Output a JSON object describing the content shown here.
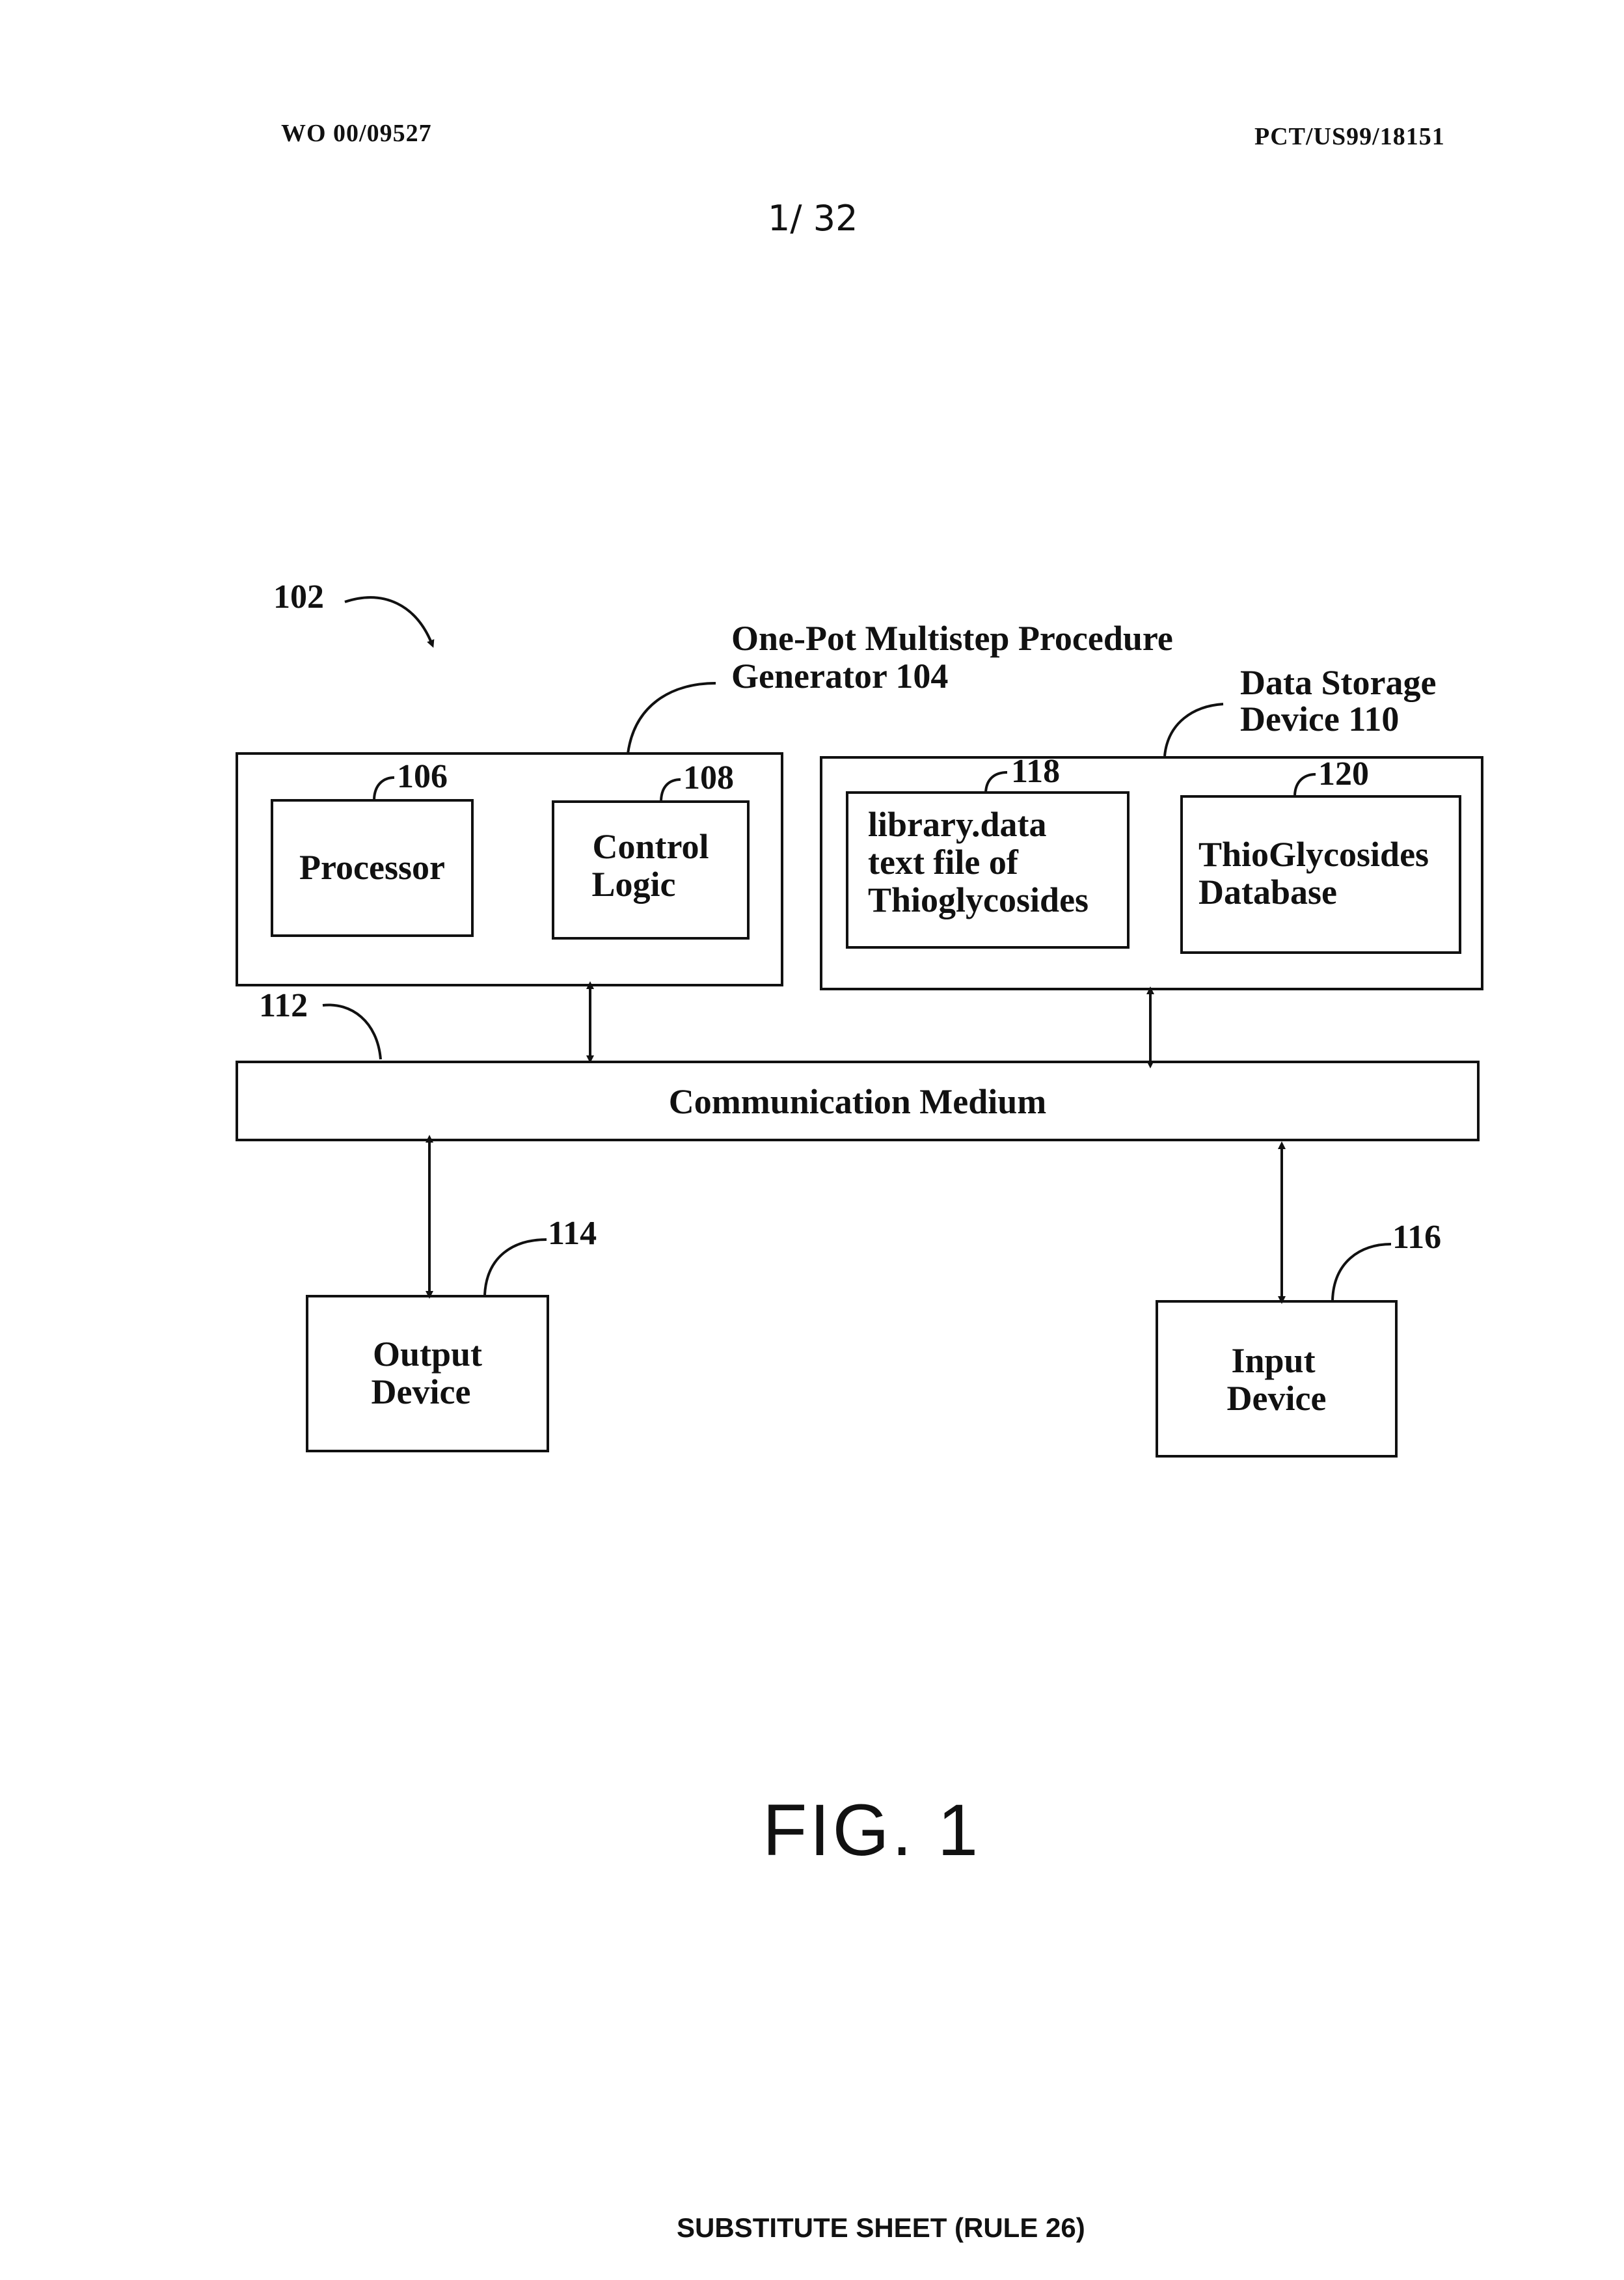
{
  "header": {
    "left": "WO 00/09527",
    "right": "PCT/US99/18151",
    "page": "1/ 32"
  },
  "diagram": {
    "system_ref": "102",
    "generator": {
      "title_line1": "One-Pot Multistep Procedure",
      "title_line2": "Generator  104",
      "processor": {
        "ref": "106",
        "label": "Processor"
      },
      "control_logic": {
        "ref": "108",
        "line1": "Control",
        "line2": "Logic"
      }
    },
    "data_storage": {
      "title_line1": "Data Storage",
      "title_line2": "Device 110",
      "library": {
        "ref": "118",
        "line1": "library.data",
        "line2": "text file of",
        "line3": "Thioglycosides"
      },
      "database": {
        "ref": "120",
        "line1": "ThioGlycosides",
        "line2": "Database"
      }
    },
    "medium": {
      "ref": "112",
      "label": "Communication Medium"
    },
    "output_device": {
      "ref": "114",
      "line1": "Output",
      "line2": "Device"
    },
    "input_device": {
      "ref": "116",
      "line1": "Input",
      "line2": "Device"
    }
  },
  "figure_label": "FIG. 1",
  "footer": "SUBSTITUTE SHEET (RULE 26)"
}
